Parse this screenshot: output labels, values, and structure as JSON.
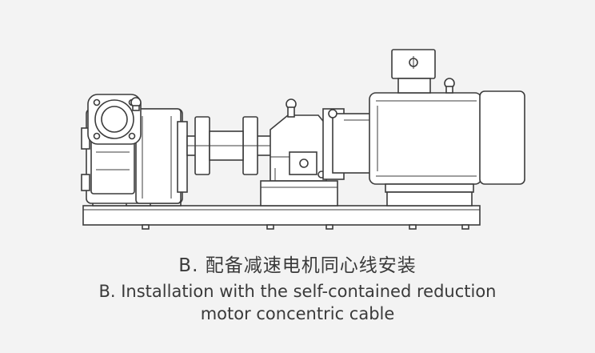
{
  "caption": {
    "chinese": "B. 配备减速电机同心线安装",
    "english_line1": "B. Installation with the self-contained reduction",
    "english_line2": "motor concentric cable"
  },
  "colors": {
    "background": "#f3f3f3",
    "line": "#3c3c3c",
    "text": "#3a3a3a"
  }
}
